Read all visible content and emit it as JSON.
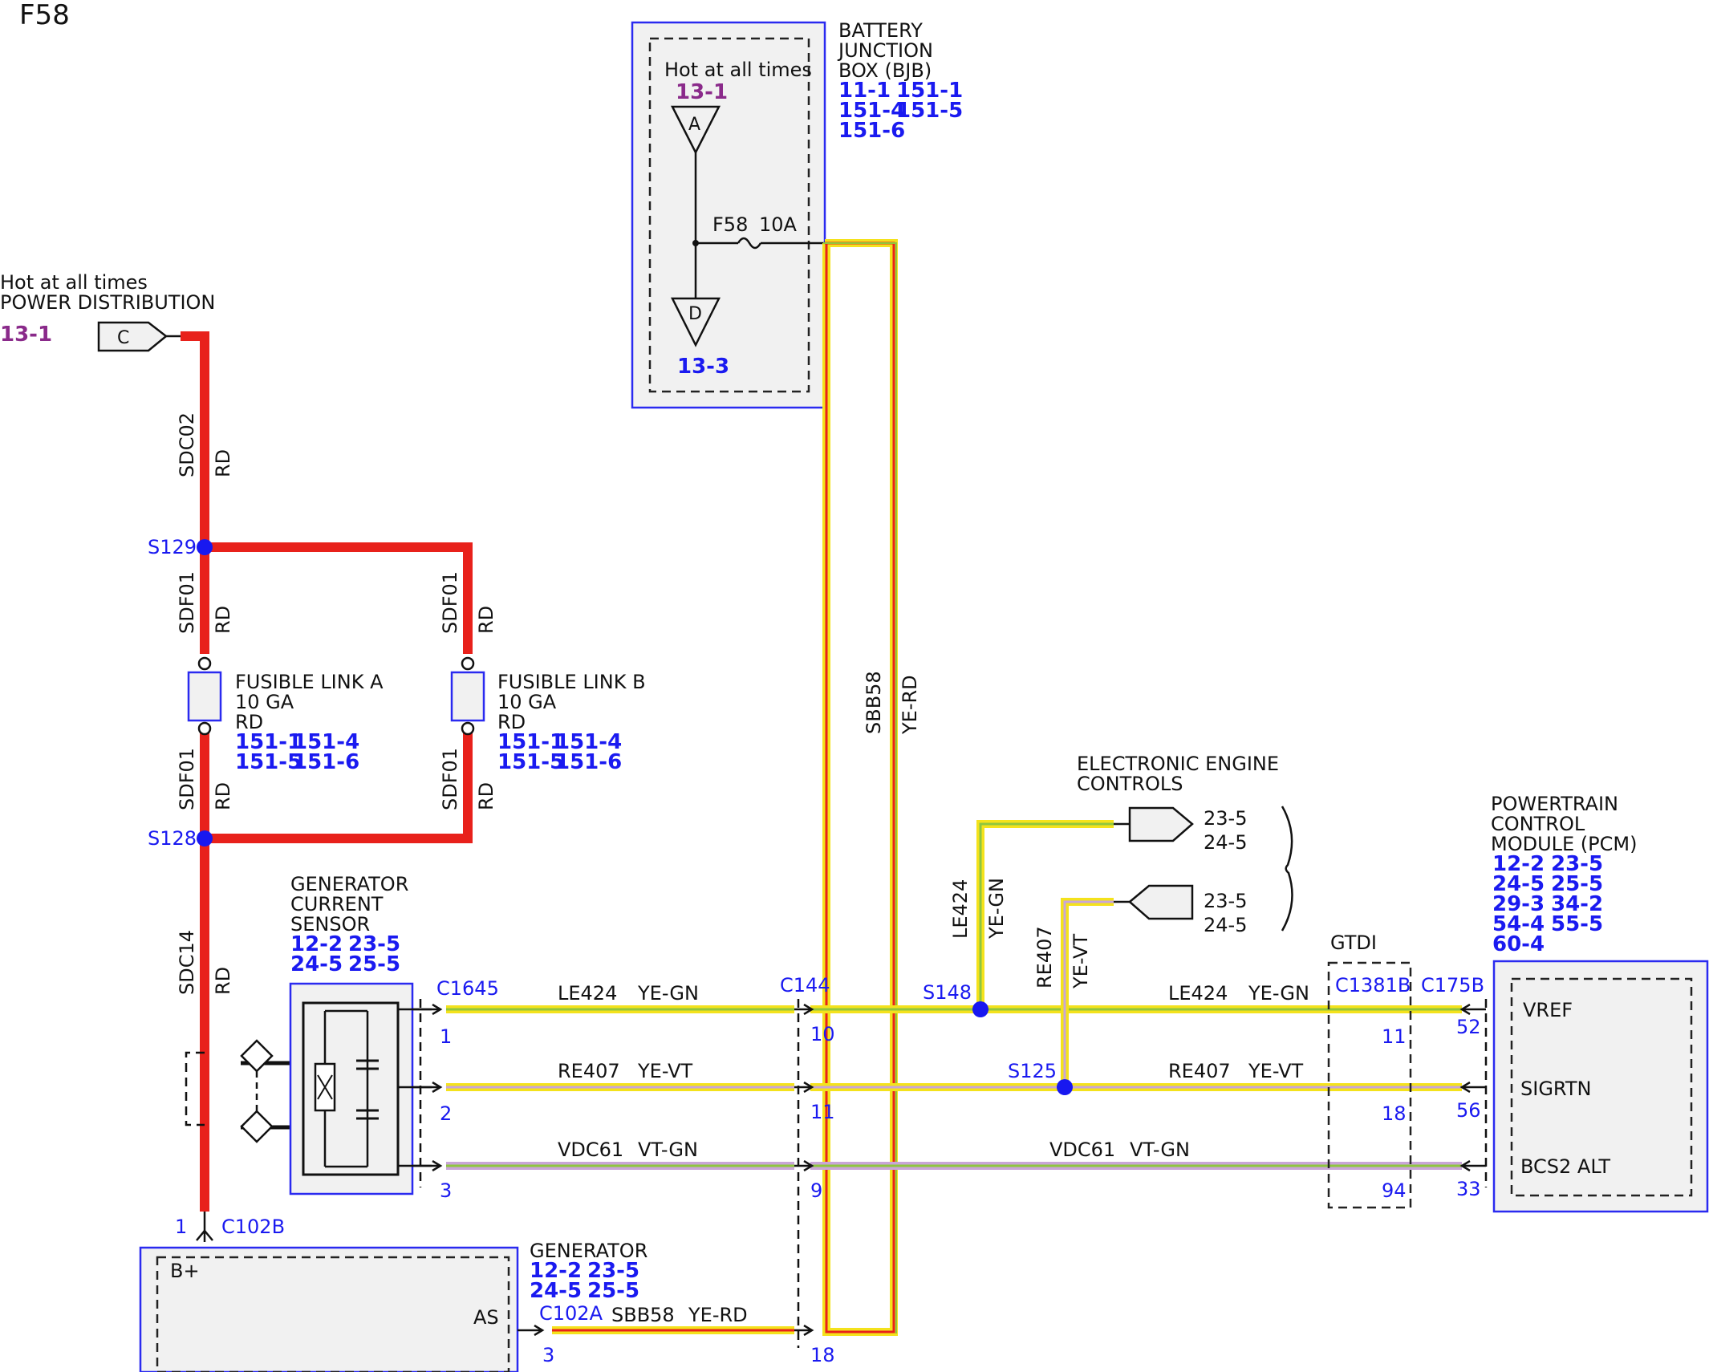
{
  "page": {
    "title": "F58"
  },
  "bjb": {
    "title_lines": [
      "BATTERY",
      "JUNCTION",
      "BOX (BJB)"
    ],
    "refs": [
      "11-1",
      "151-1",
      "151-4",
      "151-5",
      "151-6"
    ],
    "hot_label": "Hot at all times",
    "hot_ref": "13-1",
    "conn_top": "A",
    "conn_bottom": "D",
    "bottom_ref": "13-3",
    "fuse_name": "F58",
    "fuse_rating": "10A"
  },
  "power_dist": {
    "line1": "Hot at all times",
    "line2": "POWER DISTRIBUTION",
    "ref": "13-1",
    "connector": "C"
  },
  "splices": {
    "s129": "S129",
    "s128": "S128",
    "s148": "S148",
    "s125": "S125"
  },
  "wires": {
    "sdc02": {
      "name": "SDC02",
      "color": "RD"
    },
    "sdf01": {
      "name": "SDF01",
      "color": "RD"
    },
    "sdc14": {
      "name": "SDC14",
      "color": "RD"
    },
    "sbb58": {
      "name": "SBB58",
      "color": "YE-RD"
    },
    "le424": {
      "name": "LE424",
      "color": "YE-GN"
    },
    "re407": {
      "name": "RE407",
      "color": "YE-VT"
    },
    "vdc61": {
      "name": "VDC61",
      "color": "VT-GN"
    }
  },
  "fusible_link_a": {
    "name": "FUSIBLE LINK A",
    "gauge": "10 GA",
    "color": "RD",
    "refs": [
      "151-1",
      "151-4",
      "151-5",
      "151-6"
    ]
  },
  "fusible_link_b": {
    "name": "FUSIBLE LINK B",
    "gauge": "10 GA",
    "color": "RD",
    "refs": [
      "151-1",
      "151-4",
      "151-5",
      "151-6"
    ]
  },
  "gen_sensor": {
    "title_lines": [
      "GENERATOR",
      "CURRENT",
      "SENSOR"
    ],
    "refs": [
      "12-2",
      "23-5",
      "24-5",
      "25-5"
    ]
  },
  "connectors": {
    "c1645": {
      "name": "C1645",
      "pins": [
        "1",
        "2",
        "3"
      ]
    },
    "c144": {
      "name": "C144",
      "pins": [
        "10",
        "11",
        "9",
        "18"
      ]
    },
    "c1381b": {
      "name": "C1381B",
      "pins": [
        "11",
        "18",
        "94"
      ]
    },
    "c175b": {
      "name": "C175B",
      "pins": [
        "52",
        "56",
        "33"
      ]
    },
    "c102b": {
      "name": "C102B",
      "pin": "1"
    },
    "c102a": {
      "name": "C102A",
      "pin": "3"
    }
  },
  "gtdi": {
    "label": "GTDI"
  },
  "eec": {
    "title_lines": [
      "ELECTRONIC ENGINE",
      "CONTROLS"
    ],
    "refs1": [
      "23-5",
      "24-5"
    ],
    "refs2": [
      "23-5",
      "24-5"
    ]
  },
  "pcm": {
    "title_lines": [
      "POWERTRAIN",
      "CONTROL",
      "MODULE (PCM)"
    ],
    "refs": [
      "12-2",
      "23-5",
      "24-5",
      "25-5",
      "29-3",
      "34-2",
      "54-4",
      "55-5",
      "60-4"
    ],
    "pins": [
      "VREF",
      "SIGRTN",
      "BCS2 ALT"
    ]
  },
  "generator": {
    "title": "GENERATOR",
    "refs": [
      "12-2",
      "23-5",
      "24-5",
      "25-5"
    ],
    "pin_bplus": "B+",
    "pin_as": "AS"
  },
  "colors": {
    "red_wire": "#e8211b",
    "yellow_wire": "#f4e21c",
    "green_wire": "#8fc63f",
    "violet_wire": "#c9a6d8",
    "ref_blue": "#1a1af0",
    "ref_purple": "#8a2a8a",
    "splice_blue": "#1818f0"
  }
}
